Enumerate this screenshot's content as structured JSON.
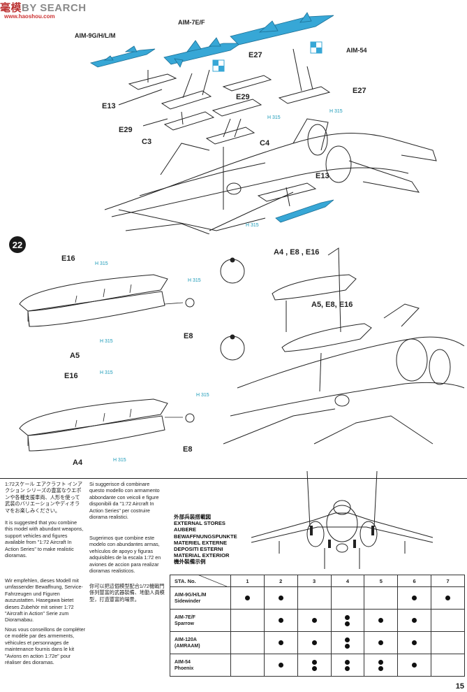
{
  "watermark": {
    "part1": "毫",
    "part2": "模",
    "part3": "BY SEARCH",
    "sub": "www.haoshou.com"
  },
  "step_number": "22",
  "missiles": {
    "sidewinder": "AIM-9G/H/L/M",
    "sparrow": "AIM-7E/F",
    "phoenix": "AIM-54"
  },
  "parts": {
    "e27_a": "E27",
    "e27_b": "E27",
    "e29_a": "E29",
    "e29_b": "E29",
    "e13_a": "E13",
    "e13_b": "E13",
    "c3": "C3",
    "c4": "C4",
    "e16_a": "E16",
    "e16_b": "E16",
    "a5": "A5",
    "a4": "A4",
    "e8_a": "E8",
    "e8_b": "E8",
    "a4_group": "A4 , E8 , E16",
    "a5_group": "A5, E8, E16"
  },
  "paint_code": "H 315",
  "texts": {
    "ja": "1:72スケール エアクラフト インアクション シリーズの豊富なウエポンや各種支援車両、人形を使って武装のバリエーションやディオラマをお楽しみください。",
    "en": "It is suggested that you combine this model with abundant weapons, support vehicles and figures available from \"1:72 Aircraft In Action Series\" to make realistic dioramas.",
    "de": "Wir empfehlen, dieses Modell mit umfassender Bewaffnung, Service-Fahrzeugen und Figuren auszustatten. Hasegawa bietet dieses Zubehör mit seiner 1:72 \"Aircraft in Action\" Serie zum Dioramabau.",
    "fr": "Nous vous conseillons de compléter ce modèle par des armements, véhicules et personnages de maintenance fournis dans le kit \"Avions en action 1:72e\" pour réaliser des dioramas.",
    "it": "Si suggerisce di combinare questo modello con armamento abbondante con veicoli e figure disponibili da \"1:72 Aircraft In Action Series\" per costruire diorama realistici.",
    "es": "Sugerimos que combine este modelo con abundantes armas, vehículos de apoyo y figuras adquisibles de la escala 1:72 en aviones de accion para realizar dioramas realisticos.",
    "zh": "你可以把這個模型配合1/72機戰門係列豐富的武器裝備、地勤人員模型，打造豐富的場景。"
  },
  "stores_titles": [
    "外部兵装搭載図",
    "EXTERNAL STORES",
    "AUBERE",
    "BEWAFFNUNGSPUNKTE",
    "MATERIEL EXTERNE",
    "DEPOSITI ESTERNI",
    "MATERIAL EXTERIOR",
    "機外裝備示例"
  ],
  "table": {
    "header": "STA. No.",
    "stations": [
      "1",
      "2",
      "3",
      "4",
      "5",
      "6",
      "7"
    ],
    "rows": [
      {
        "name": "AIM-9G/H/L/M",
        "sub": "Sidewinder",
        "dots": [
          1,
          1,
          0,
          0,
          0,
          1,
          1
        ]
      },
      {
        "name": "AIM-7E/F",
        "sub": "Sparrow",
        "dots": [
          0,
          1,
          1,
          2,
          1,
          1,
          0
        ]
      },
      {
        "name": "AIM-120A",
        "sub": "(AMRAAM)",
        "dots": [
          0,
          1,
          1,
          2,
          1,
          1,
          0
        ]
      },
      {
        "name": "AIM-54",
        "sub": "Phoenix",
        "dots": [
          0,
          1,
          2,
          2,
          2,
          1,
          0
        ]
      }
    ]
  },
  "colors": {
    "missile": "#37a7d6",
    "cyan_text": "#1a9ab8"
  },
  "page_number": "15"
}
